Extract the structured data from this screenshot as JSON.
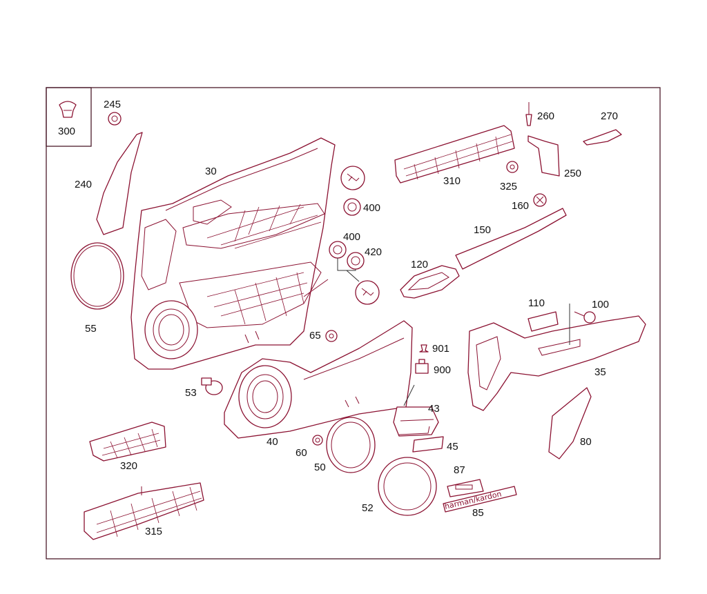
{
  "labels": {
    "l300": "300",
    "l245": "245",
    "l240": "240",
    "l30": "30",
    "l55": "55",
    "l400a": "400",
    "l400b": "400",
    "l420": "420",
    "l65": "65",
    "l53": "53",
    "l40": "40",
    "l60": "60",
    "l50": "50",
    "l52": "52",
    "l320": "320",
    "l315": "315",
    "l310": "310",
    "l325": "325",
    "l260": "260",
    "l250": "250",
    "l270": "270",
    "l160": "160",
    "l150": "150",
    "l120": "120",
    "l110": "110",
    "l100": "100",
    "l35": "35",
    "l901": "901",
    "l900": "900",
    "l43": "43",
    "l45": "45",
    "l80": "80",
    "l87": "87",
    "l85": "85"
  },
  "logo_text": "harman/kardon",
  "colors": {
    "line": "#8a1030",
    "frame": "#4a1a2a",
    "text": "#111111"
  }
}
